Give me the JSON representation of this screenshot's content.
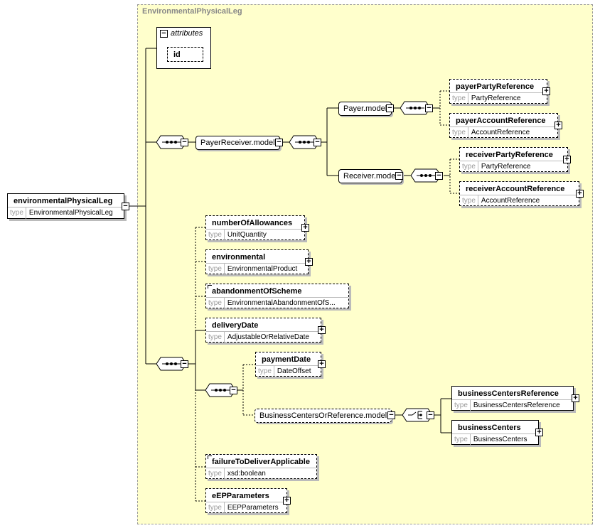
{
  "group": {
    "title": "EnvironmentalPhysicalLeg"
  },
  "attributes": {
    "title": "attributes",
    "id": "id"
  },
  "type_key": "type",
  "root": {
    "name": "environmentalPhysicalLeg",
    "type": "EnvironmentalPhysicalLeg"
  },
  "models": {
    "payer_receiver": "PayerReceiver.model",
    "payer": "Payer.model",
    "receiver": "Receiver.model",
    "business_centers_or_reference": "BusinessCentersOrReference.model"
  },
  "elements": {
    "payer_party_reference": {
      "name": "payerPartyReference",
      "type": "PartyReference"
    },
    "payer_account_reference": {
      "name": "payerAccountReference",
      "type": "AccountReference"
    },
    "receiver_party_reference": {
      "name": "receiverPartyReference",
      "type": "PartyReference"
    },
    "receiver_account_reference": {
      "name": "receiverAccountReference",
      "type": "AccountReference"
    },
    "number_of_allowances": {
      "name": "numberOfAllowances",
      "type": "UnitQuantity"
    },
    "environmental": {
      "name": "environmental",
      "type": "EnvironmentalProduct"
    },
    "abandonment_of_scheme": {
      "name": "abandonmentOfScheme",
      "type": "EnvironmentalAbandonmentOfS..."
    },
    "delivery_date": {
      "name": "deliveryDate",
      "type": "AdjustableOrRelativeDate"
    },
    "payment_date": {
      "name": "paymentDate",
      "type": "DateOffset"
    },
    "business_centers_reference": {
      "name": "businessCentersReference",
      "type": "BusinessCentersReference"
    },
    "business_centers": {
      "name": "businessCenters",
      "type": "BusinessCenters"
    },
    "failure_to_deliver_applicable": {
      "name": "failureToDeliverApplicable",
      "type": "xsd:boolean"
    },
    "eep_parameters": {
      "name": "eEPParameters",
      "type": "EEPParameters"
    }
  },
  "icons": {
    "expand": "+",
    "collapse": "−"
  }
}
